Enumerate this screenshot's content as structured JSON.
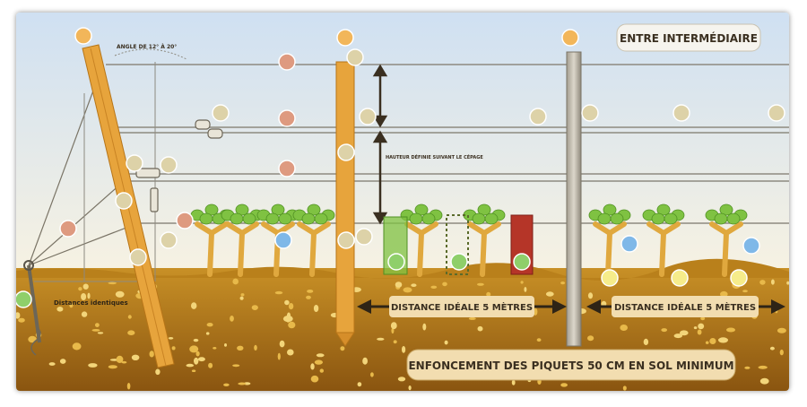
{
  "labels": {
    "section_title": "ENTRE INTERMÉDIAIRE",
    "angle": "ANGLE DE 12° À 20°",
    "height_note": "HAUTEUR DÉFINIE SUIVANT LE CÉPAGE",
    "distances_identical": "Distances identiques",
    "ideal_distance_left": "DISTANCE IDÉALE 5 MÈTRES",
    "ideal_distance_right": "DISTANCE IDÉALE 5 MÈTRES",
    "depth": "ENFONCEMENT DES PIQUETS 50 CM EN SOL MINIMUM"
  },
  "colors": {
    "sky_top": "#cfe0f2",
    "soil": "#c68a1e",
    "stake_wood": "#e7a43c",
    "metal_post": "#bdb7a8",
    "marker_orange": "#f2b65a",
    "marker_beige": "#ddd2a8",
    "marker_red": "#de9a80",
    "marker_blue": "#7fb8e8",
    "marker_green": "#8fcf6a",
    "marker_yellow": "#f6ec8a",
    "vine_leaf": "#7fc242",
    "red_guard": "#b53528"
  },
  "icons": [
    "double-arrow-icon",
    "vertical-arrow-icon",
    "tensioner-icon",
    "anchor-icon",
    "vine-plant-icon",
    "vine-guard-icon"
  ]
}
